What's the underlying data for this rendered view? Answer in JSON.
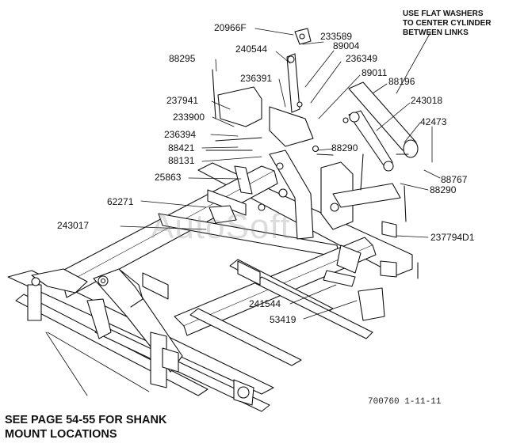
{
  "note": {
    "lines": [
      "USE FLAT WASHERS",
      "TO CENTER CYLINDER",
      "BETWEEN LINKS"
    ]
  },
  "parts": [
    "20966F",
    "233589",
    "89004",
    "240544",
    "88295",
    "236349",
    "89011",
    "236391",
    "88196",
    "243018",
    "237941",
    "233900",
    "42473",
    "236394",
    "88421",
    "88290",
    "88131",
    "88767",
    "25863",
    "88290",
    "62271",
    "243017",
    "237794D1",
    "241544",
    "53419"
  ],
  "footer": {
    "see_lines": [
      "SEE PAGE 54-55 FOR SHANK",
      "MOUNT LOCATIONS"
    ],
    "drawing_number": "700760  1-11-11"
  },
  "watermark": "AutoSoft",
  "colors": {
    "ink": "#111111",
    "watermark": "#8c8c8c"
  }
}
